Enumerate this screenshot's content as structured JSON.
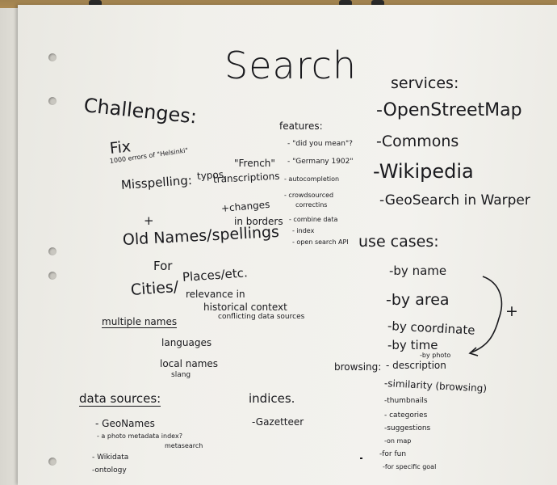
{
  "title": "Search",
  "challenges": {
    "heading": "Challenges:",
    "fix": "Fix",
    "fix_note": "1000 errors of \"Helsinki\"",
    "misspelling": "Misspelling:",
    "typos": "typos,",
    "french": "\"French\"",
    "transcriptions": "transcriptions",
    "plus": "+",
    "old_names": "Old Names/spellings",
    "for": "For",
    "cities": "Cities/",
    "places_etc": "Places/etc.",
    "changes_in": "+changes",
    "in_borders": "in borders",
    "relevance_in": "relevance in",
    "historical_context": "historical context",
    "conflicting": "conflicting data sources",
    "multiple_names": "multiple names",
    "languages": "languages",
    "local_names": "local names",
    "slang": "slang"
  },
  "features": {
    "heading": "features:",
    "items": [
      "- \"did you mean\"?",
      "- \"Germany 1902\"",
      "- autocompletion",
      "- crowdsourced",
      "correctins",
      "- combine data",
      "- index",
      "- open search API"
    ]
  },
  "services": {
    "heading": "services:",
    "items": [
      "-OpenStreetMap",
      "-Commons",
      "-Wikipedia",
      "-GeoSearch in Warper"
    ]
  },
  "use_cases": {
    "heading": "use cases:",
    "items": [
      "-by name",
      "-by area",
      "-by coordinate",
      "-by time"
    ],
    "plus": "+",
    "by_photo": "-by photo"
  },
  "browsing": {
    "label": "browsing:",
    "items": [
      "- description",
      "-similarity (browsing)",
      "-thumbnails",
      "- categories",
      "-suggestions",
      "-on map",
      "-for fun",
      "-for specific goal"
    ]
  },
  "data_sources": {
    "heading": "data sources:",
    "items": [
      "- GeoNames",
      "- a photo metadata index?",
      "metasearch",
      "- Wikidata",
      "-ontology"
    ]
  },
  "indices": {
    "heading": "indices.",
    "items": [
      "-Gazetteer"
    ]
  }
}
